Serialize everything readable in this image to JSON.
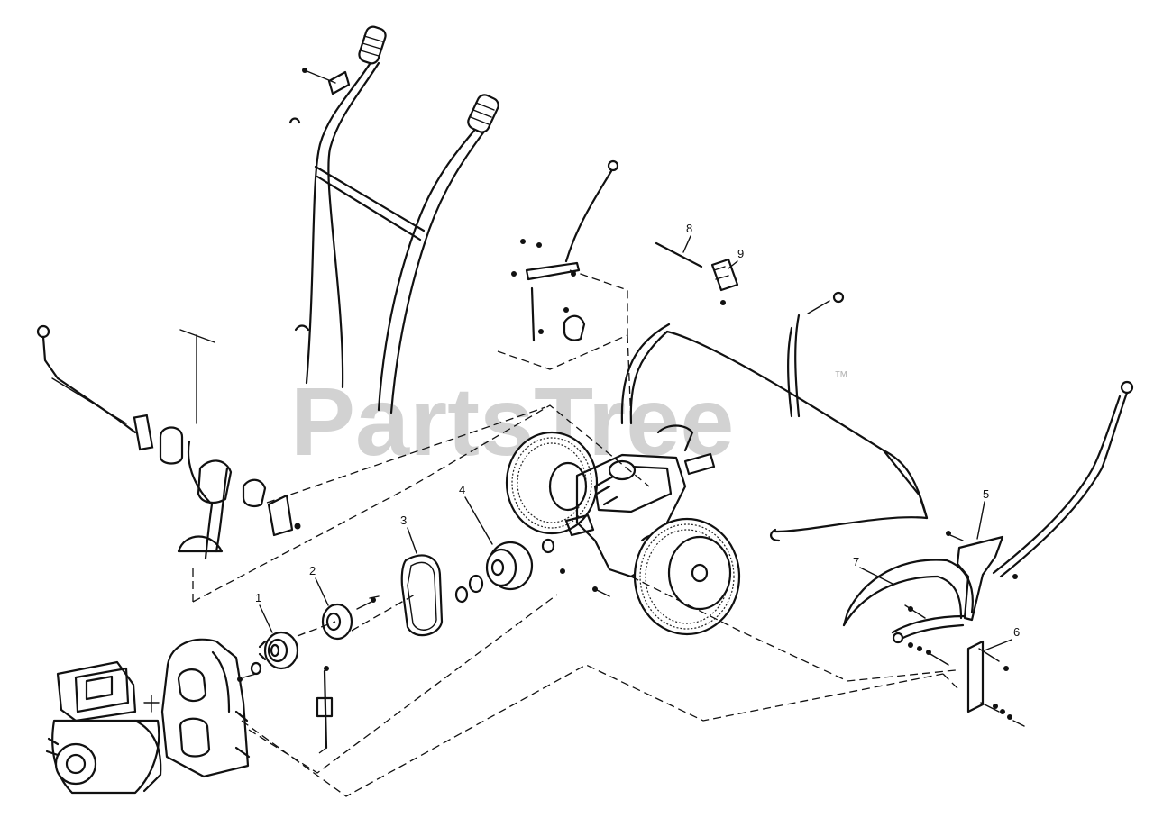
{
  "watermark": {
    "brand": "PartsTree",
    "trademark": "™"
  },
  "callouts": {
    "c1": "1",
    "c2": "2",
    "c3": "3",
    "c4": "4",
    "c5": "5",
    "c6": "6",
    "c7": "7",
    "c8": "8",
    "c9": "9"
  }
}
